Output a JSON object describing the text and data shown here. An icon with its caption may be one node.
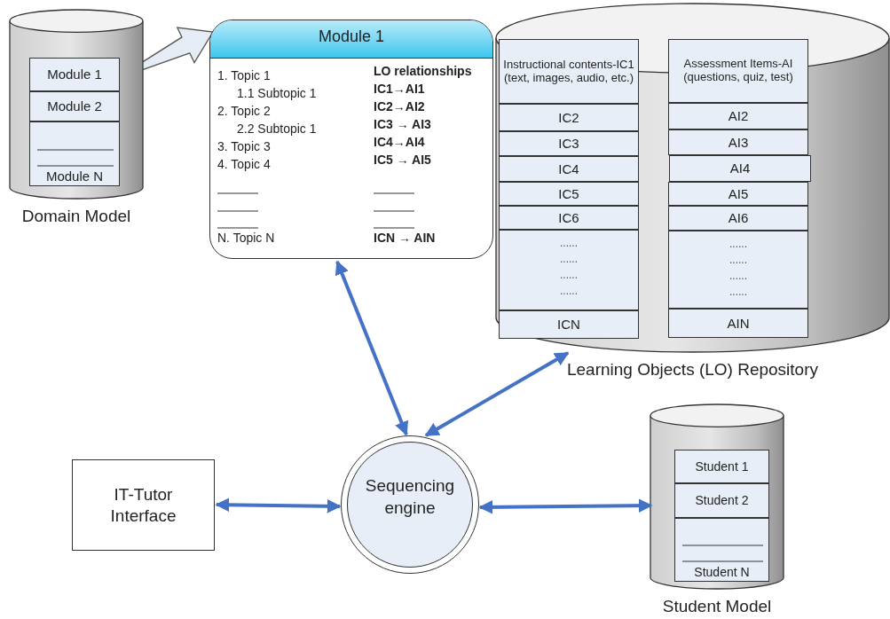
{
  "diagram": {
    "nodes": [
      {
        "text": [
          "Domain Model"
        ]
      },
      {
        "text": [
          "Module 1"
        ],
        "in": 0
      },
      {
        "text": [
          "Module 2"
        ],
        "in": 0
      },
      {
        "text": [
          "Module N"
        ],
        "in": 0
      },
      {
        "text": [
          "Module 1",
          "1. Topic 1",
          "1.1 Subtopic 1",
          "2. Topic 2",
          "2.2 Subtopic 1",
          "3. Topic 3",
          "4. Topic 4",
          "N. Topic N",
          "LO relationships",
          "IC1→AI1",
          "IC2→AI2",
          "IC3 → AI3",
          "IC4→AI4",
          "IC5 → AI5",
          "ICN → AIN"
        ]
      },
      {
        "text": [
          "Learning Objects (LO) Repository"
        ]
      },
      {
        "text": [
          "Instructional contents-IC1 (text, images, audio, etc.)"
        ],
        "in": 5
      },
      {
        "text": [
          "IC2"
        ],
        "in": 5
      },
      {
        "text": [
          "IC3"
        ],
        "in": 5
      },
      {
        "text": [
          "IC4"
        ],
        "in": 5
      },
      {
        "text": [
          "IC5"
        ],
        "in": 5
      },
      {
        "text": [
          "IC6"
        ],
        "in": 5
      },
      {
        "text": [
          "......",
          "......",
          "......",
          "......"
        ],
        "in": 5
      },
      {
        "text": [
          "ICN"
        ],
        "in": 5
      },
      {
        "text": [
          "Assessment Items-AI (questions, quiz, test)"
        ],
        "in": 5
      },
      {
        "text": [
          "AI2"
        ],
        "in": 5
      },
      {
        "text": [
          "AI3"
        ],
        "in": 5
      },
      {
        "text": [
          "AI4"
        ],
        "in": 5
      },
      {
        "text": [
          "AI5"
        ],
        "in": 5
      },
      {
        "text": [
          "AI6"
        ],
        "in": 5
      },
      {
        "text": [
          "......",
          "......",
          "......",
          "......"
        ],
        "in": 5
      },
      {
        "text": [
          "AIN"
        ],
        "in": 5
      },
      {
        "text": [
          "IT-Tutor Interface"
        ]
      },
      {
        "text": [
          "Sequencing engine"
        ]
      },
      {
        "text": [
          "Student Model"
        ]
      },
      {
        "text": [
          "Student 1"
        ],
        "in": 24
      },
      {
        "text": [
          "Student 2"
        ],
        "in": 24
      },
      {
        "text": [
          "Student N"
        ],
        "in": 24
      }
    ],
    "edges": [
      {
        "from": 1,
        "to": 4,
        "arrow": "to",
        "style": "thick",
        "color": "#e6ecf5"
      },
      {
        "from": 4,
        "to": 23,
        "arrow": "both"
      },
      {
        "from": 23,
        "to": 5,
        "arrow": "both"
      },
      {
        "from": 22,
        "to": 23,
        "arrow": "both"
      },
      {
        "from": 23,
        "to": 24,
        "arrow": "both"
      }
    ]
  }
}
